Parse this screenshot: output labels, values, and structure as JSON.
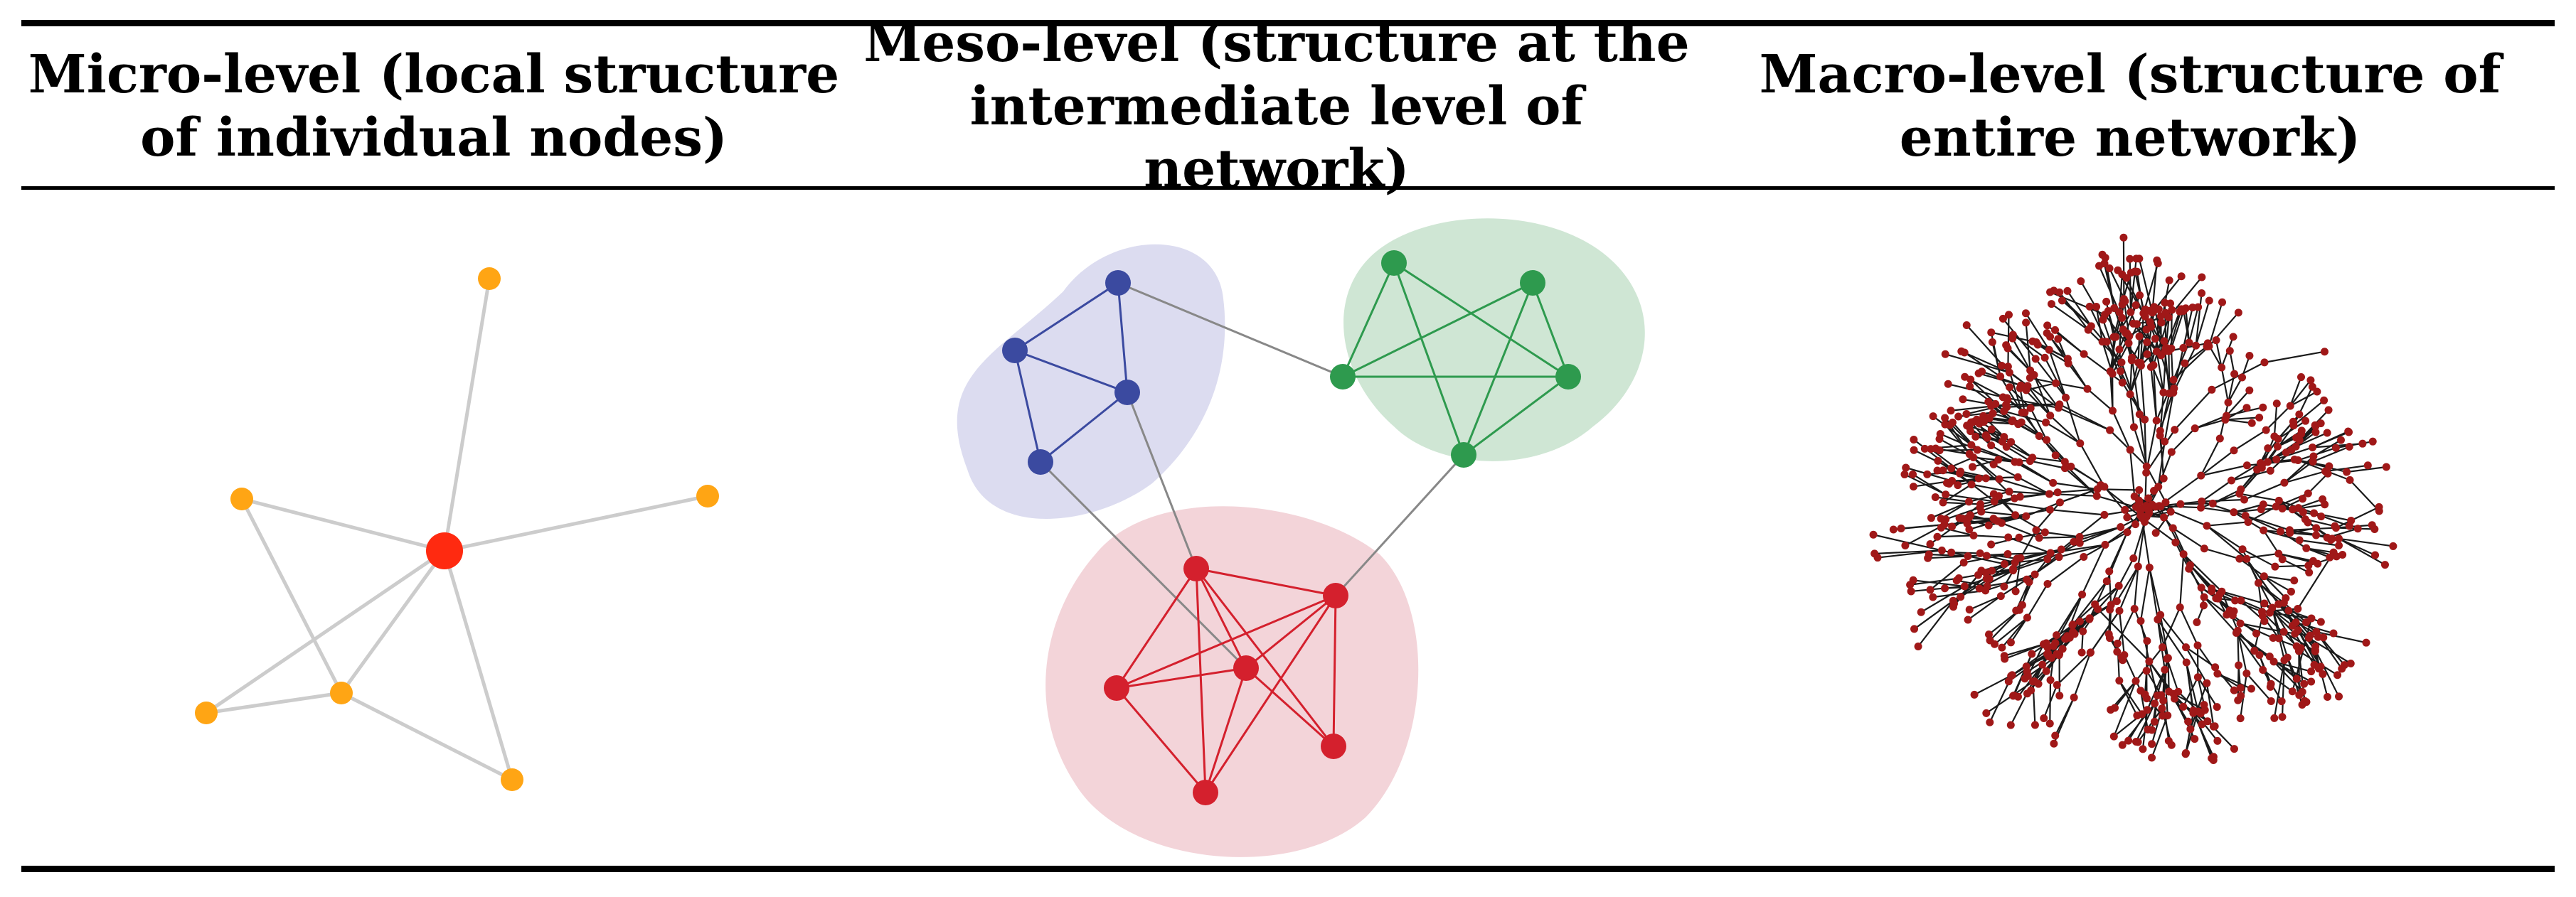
{
  "table": {
    "headers": [
      "Micro-level (local structure of individual nodes)",
      "Meso-level (structure at the intermediate level of network)",
      "Macro-level (structure of entire network)"
    ]
  },
  "colors": {
    "micro_center": "#ff2a10",
    "micro_nodes": "#ffa514",
    "micro_edges": "#cccccc",
    "meso_blue": "#3b4aa0",
    "meso_blue_fill": "#dcdcf0",
    "meso_green": "#2e9a4e",
    "meso_green_fill": "#cfe6d4",
    "meso_red": "#d4202d",
    "meso_red_fill": "#f3d4d9",
    "meso_bridge": "#888888",
    "macro_nodes": "#a01818",
    "macro_edges": "#1a1a1a"
  }
}
